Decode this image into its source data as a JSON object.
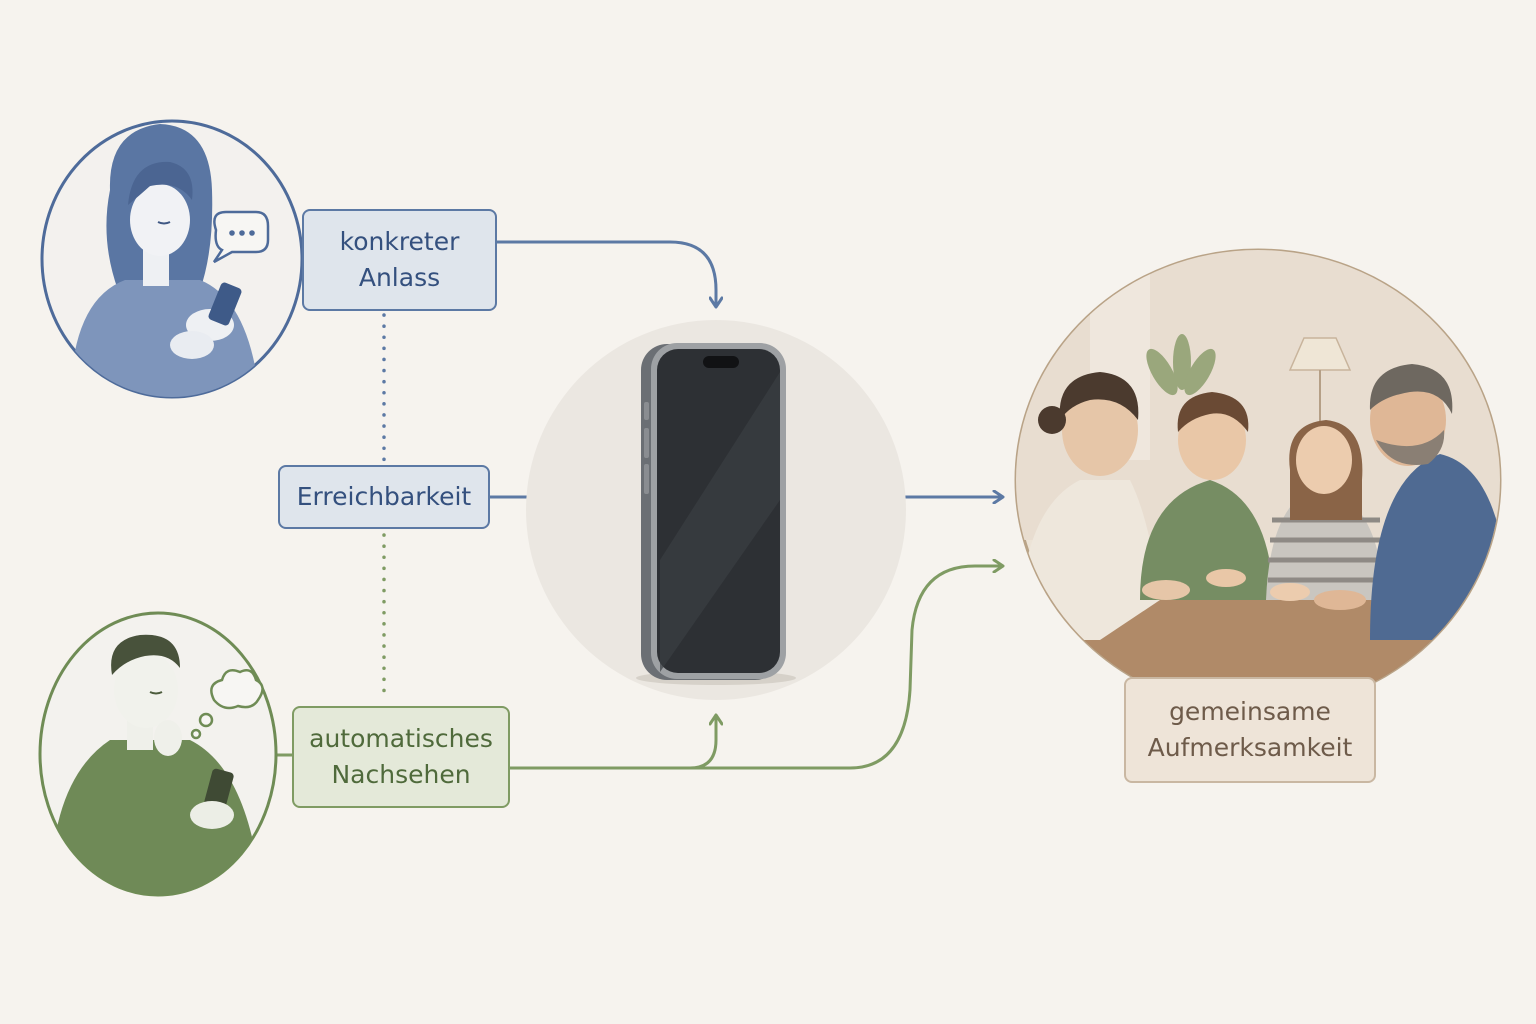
{
  "labels": {
    "konkreter_anlass": "konkreter\nAnlass",
    "erreichbarkeit": "Erreichbarkeit",
    "automatisches_nachsehen": "automatisches\nNachsehen",
    "gemeinsame_aufmerksamkeit": "gemeinsame\nAufmerksamkeit"
  },
  "icons": {
    "woman": "woman-with-phone-speech-bubble-icon",
    "man": "man-with-phone-thought-bubble-icon",
    "phone": "smartphone-icon",
    "family": "family-at-table-icon"
  },
  "colors": {
    "background": "#f6f3ee",
    "blue": "#5c79a4",
    "green": "#7f9b63",
    "brown": "#c9b7a2"
  }
}
